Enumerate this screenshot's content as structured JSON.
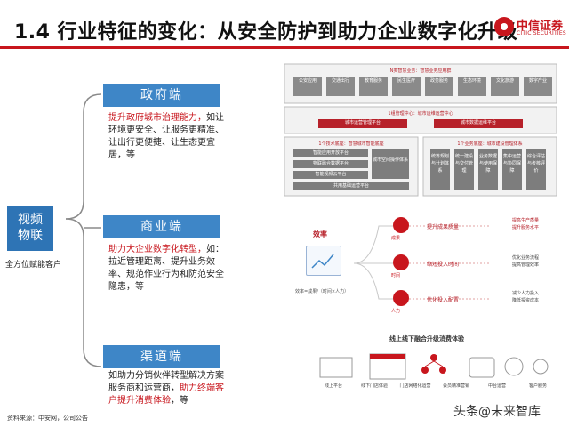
{
  "title": "1.4 行业特征的变化：从安全防护到助力企业数字化升级",
  "logo": {
    "cn": "中信证券",
    "en": "CITIC SECURITIES"
  },
  "left": {
    "label_line1": "视频",
    "label_line2": "物联",
    "caption": "全方位赋能客户"
  },
  "categories": [
    {
      "head": "政府端",
      "red_text": "提升政府城市治理能力，",
      "text": "如让环境更安全、让服务更精准、让出行更便捷、让生态更宜居，等"
    },
    {
      "head": "商业端",
      "red_text": "助力大企业数字化转型，",
      "text": "如：拉近管理距离、提升业务效率、规范作业行为和防范安全隐患，等"
    },
    {
      "head": "渠道端",
      "text_pre": "如助力分销伙伴转型解决方案服务商和运营商，",
      "red_text": "助力终端客户提升消费体验",
      "text_post": "，等"
    }
  ],
  "diagram": {
    "top_label": "N类智慧业务：智慧业务应用群",
    "row1": [
      "公安应用",
      "交通出行",
      "教育服务",
      "民生医疗",
      "政务服务",
      "生态环境",
      "文化旅游",
      "数字产业"
    ],
    "hub_label": "1组管理中心：城市运维运营中心",
    "hub_a": "城市运营管理平台",
    "hub_b": "城市数据运维平台",
    "left_block_label": "1个技术底座：智慧城市智能底座",
    "left_items": [
      "智能应用开放平台",
      "物联融合数据平台",
      "智能视频云平台",
      "城市空间操作体系",
      "共用基础运营平台"
    ],
    "right_block_label": "1个业务底座：城市建设管理体系",
    "right_items": [
      "统筹规划与计划体系",
      "统一建设与交付管理",
      "业务数据与使用保障",
      "集中运营与协同保障",
      "综合评估与考核评价"
    ]
  },
  "efficiency": {
    "center_label": "效率",
    "formula": "效率=成果/（时间×人力）",
    "rows": [
      {
        "icon_label": "成果",
        "label": "提升成果质量",
        "note_line1": "提高生产质量",
        "note_line2": "提升服务水平"
      },
      {
        "icon_label": "时间",
        "label": "缩短投入时间",
        "note_line1": "优化业务流程",
        "note_line2": "提高管理效率"
      },
      {
        "icon_label": "人力",
        "label": "优化投入配置",
        "note_line1": "减少人力投入",
        "note_line2": "降低投资成本"
      }
    ]
  },
  "online": {
    "title": "线上线下融合升级消费体验",
    "captions": [
      "线上平台",
      "线下门店体验",
      "门店网络化运营",
      "会员精准营销",
      "中台运营",
      "客户服务"
    ]
  },
  "footnote": "资料来源：中安网，公司公告",
  "watermark": "头条@未来智库",
  "colors": {
    "brand_red": "#c8161d",
    "box_blue": "#3e86c7",
    "diagram_red": "#b7212a",
    "diagram_gray": "#7d7d7d"
  }
}
